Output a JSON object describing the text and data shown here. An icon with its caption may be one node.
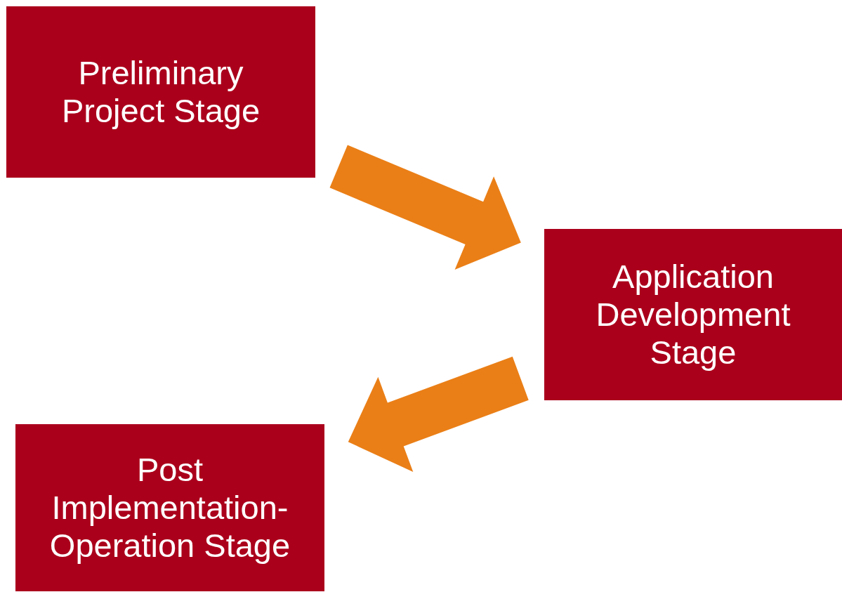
{
  "diagram": {
    "nodes": [
      {
        "text": [
          "Preliminary Project Stage"
        ]
      },
      {
        "text": [
          "Application Development Stage"
        ]
      },
      {
        "text": [
          "Post Implementation-Operation Stage"
        ]
      }
    ],
    "edges": [
      {
        "from": 0,
        "to": 1,
        "arrow": "to"
      },
      {
        "from": 1,
        "to": 2,
        "arrow": "to"
      }
    ]
  }
}
